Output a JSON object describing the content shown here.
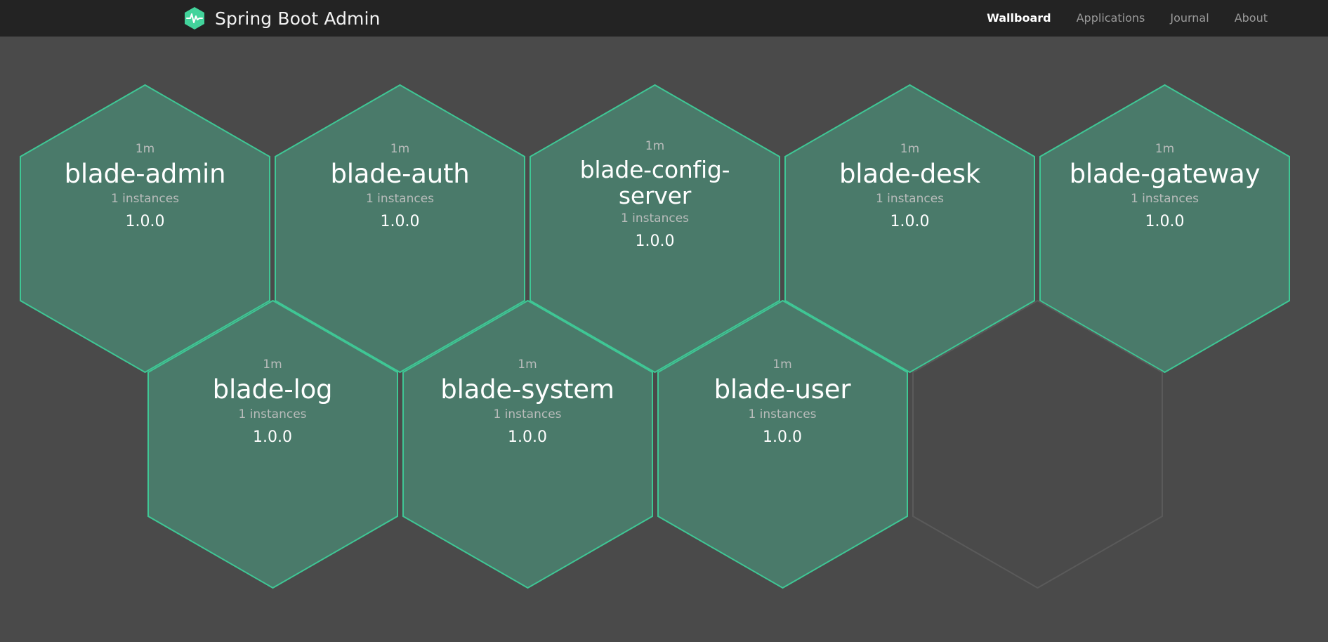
{
  "header": {
    "brand_title": "Spring Boot Admin",
    "logo_icon": "spring-boot-admin-heartbeat-hexagon-logo",
    "nav": [
      {
        "label": "Wallboard",
        "active": true
      },
      {
        "label": "Applications",
        "active": false
      },
      {
        "label": "Journal",
        "active": false
      },
      {
        "label": "About",
        "active": false
      }
    ]
  },
  "colors": {
    "page_background": "#4a4a4a",
    "navbar_background": "#232323",
    "hex_fill": "#4a7a6a",
    "hex_border": "#3fc795",
    "hex_empty_border": "#5a5a5a",
    "brand_accent": "#42d39b",
    "muted_text": "#b9bcbb",
    "nav_inactive": "#9a9a9a"
  },
  "wallboard": {
    "applications": [
      {
        "uptime": "1m",
        "name": "blade-admin",
        "instances": "1 instances",
        "version": "1.0.0",
        "status": "UP"
      },
      {
        "uptime": "1m",
        "name": "blade-auth",
        "instances": "1 instances",
        "version": "1.0.0",
        "status": "UP"
      },
      {
        "uptime": "1m",
        "name": "blade-config-server",
        "instances": "1 instances",
        "version": "1.0.0",
        "status": "UP"
      },
      {
        "uptime": "1m",
        "name": "blade-desk",
        "instances": "1 instances",
        "version": "1.0.0",
        "status": "UP"
      },
      {
        "uptime": "1m",
        "name": "blade-gateway",
        "instances": "1 instances",
        "version": "1.0.0",
        "status": "UP"
      },
      {
        "uptime": "1m",
        "name": "blade-log",
        "instances": "1 instances",
        "version": "1.0.0",
        "status": "UP"
      },
      {
        "uptime": "1m",
        "name": "blade-system",
        "instances": "1 instances",
        "version": "1.0.0",
        "status": "UP"
      },
      {
        "uptime": "1m",
        "name": "blade-user",
        "instances": "1 instances",
        "version": "1.0.0",
        "status": "UP"
      }
    ]
  }
}
